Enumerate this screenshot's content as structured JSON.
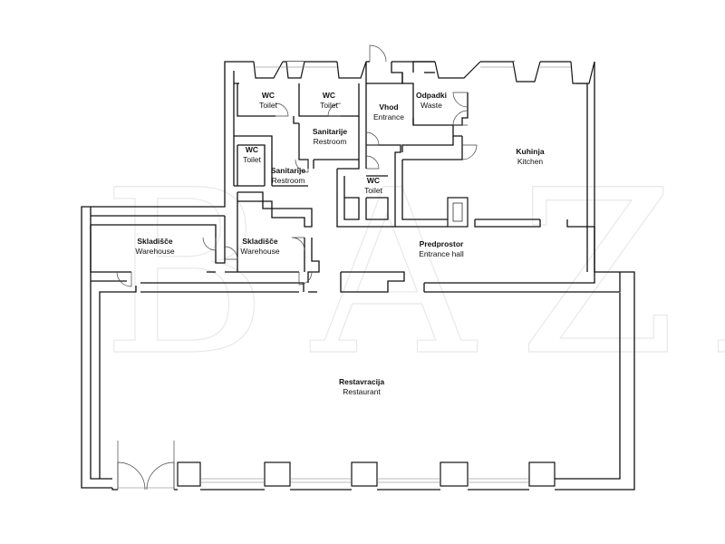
{
  "watermark": "BAZA",
  "rooms": [
    {
      "id": "wc1",
      "name": "WC",
      "sub": "Toilet"
    },
    {
      "id": "wc2",
      "name": "WC",
      "sub": "Toilet"
    },
    {
      "id": "wc3",
      "name": "WC",
      "sub": "Toilet"
    },
    {
      "id": "wc4",
      "name": "WC",
      "sub": "Toilet"
    },
    {
      "id": "sanitarije1",
      "name": "Sanitarije",
      "sub": "Restroom"
    },
    {
      "id": "sanitarije2",
      "name": "Sanitarije",
      "sub": "Restroom"
    },
    {
      "id": "vhod",
      "name": "Vhod",
      "sub": "Entrance"
    },
    {
      "id": "odpadki",
      "name": "Odpadki",
      "sub": "Waste"
    },
    {
      "id": "kuhinja",
      "name": "Kuhinja",
      "sub": "Kitchen"
    },
    {
      "id": "skladisce1",
      "name": "Skladišče",
      "sub": "Warehouse"
    },
    {
      "id": "skladisce2",
      "name": "Skladišče",
      "sub": "Warehouse"
    },
    {
      "id": "predprostor",
      "name": "Predprostor",
      "sub": "Entrance hall"
    },
    {
      "id": "restavracija",
      "name": "Restavracija",
      "sub": "Restaurant"
    }
  ]
}
